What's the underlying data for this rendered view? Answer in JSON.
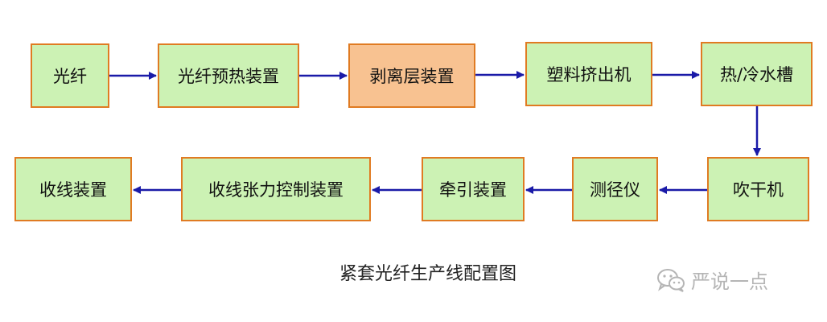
{
  "nodes": {
    "n1": "光纤",
    "n2": "光纤预热装置",
    "n3": "剥离层装置",
    "n4": "塑料挤出机",
    "n5": "热/冷水槽",
    "n6": "吹干机",
    "n7": "测径仪",
    "n8": "牵引装置",
    "n9": "收线张力控制装置",
    "n10": "收线装置"
  },
  "caption": "紧套光纤生产线配置图",
  "watermark": {
    "text": "严说一点",
    "icon": "wechat-icon"
  },
  "colors": {
    "box_fill": "#ccf2b4",
    "box_highlight": "#f8c291",
    "box_border": "#e07b22",
    "arrow": "#1a1aa8"
  }
}
